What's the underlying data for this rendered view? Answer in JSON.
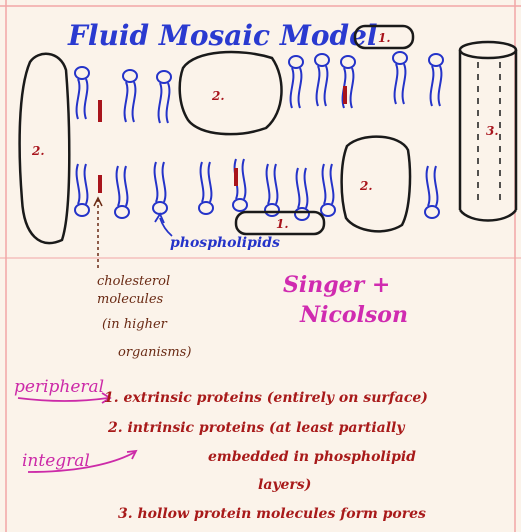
{
  "title": "Fluid Mosaic Model",
  "labels": {
    "box_top": "1.",
    "box_bottom": "1.",
    "protein_left": "2.",
    "protein_center_top": "2.",
    "protein_right_lower": "2.",
    "pore": "3."
  },
  "callouts": {
    "phospholipids": "phospholipids",
    "cholesterol_line1": "cholesterol",
    "cholesterol_line2": "molecules",
    "cholesterol_line3": "(in higher",
    "cholesterol_line4": "organisms)"
  },
  "credit": {
    "line1": "Singer +",
    "line2": "Nicolson"
  },
  "legend": {
    "peripheral": "peripheral",
    "integral": "integral",
    "item1": "1. extrinsic proteins (entirely on surface)",
    "item2_line1": "2. intrinsic proteins (at least partially",
    "item2_line2": "embedded in phospholipid",
    "item2_line3": "layers)",
    "item3": "3. hollow protein molecules form pores"
  },
  "colors": {
    "background": "#fbf3ea",
    "margin_line": "#f2a6a6",
    "lipid": "#2433c9",
    "title": "#2a3ad0",
    "protein_outline": "#1a1a1a",
    "cholesterol": "#a8141c",
    "annotation_text": "#6a2a14",
    "credit_text": "#d02bb0",
    "legend_text": "#a81a1a",
    "peripheral_integral": "#cc2aa8"
  }
}
